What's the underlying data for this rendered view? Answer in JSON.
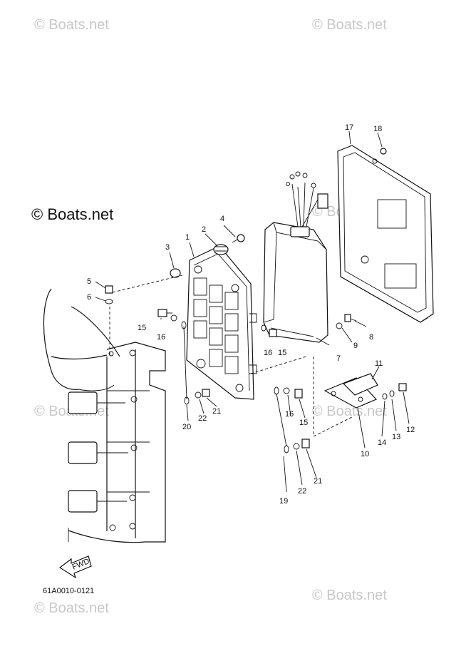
{
  "watermarks": {
    "top_left": "© Boats.net",
    "top_right": "© Boats.net",
    "center": "© Boats.net",
    "mid_right": "© Boats.net",
    "mid_left": "© Boats.net",
    "lower_right": "© Boats.net",
    "bottom_left": "© Boats.net",
    "bottom_right": "© Boats.net"
  },
  "diagram": {
    "code": "61A0010-0121",
    "fwd_label": "FWD",
    "callouts": [
      "1",
      "2",
      "3",
      "4",
      "5",
      "6",
      "7",
      "8",
      "9",
      "10",
      "11",
      "12",
      "13",
      "14",
      "15",
      "15",
      "15",
      "16",
      "16",
      "16",
      "17",
      "18",
      "19",
      "20",
      "21",
      "21",
      "22",
      "22"
    ]
  }
}
